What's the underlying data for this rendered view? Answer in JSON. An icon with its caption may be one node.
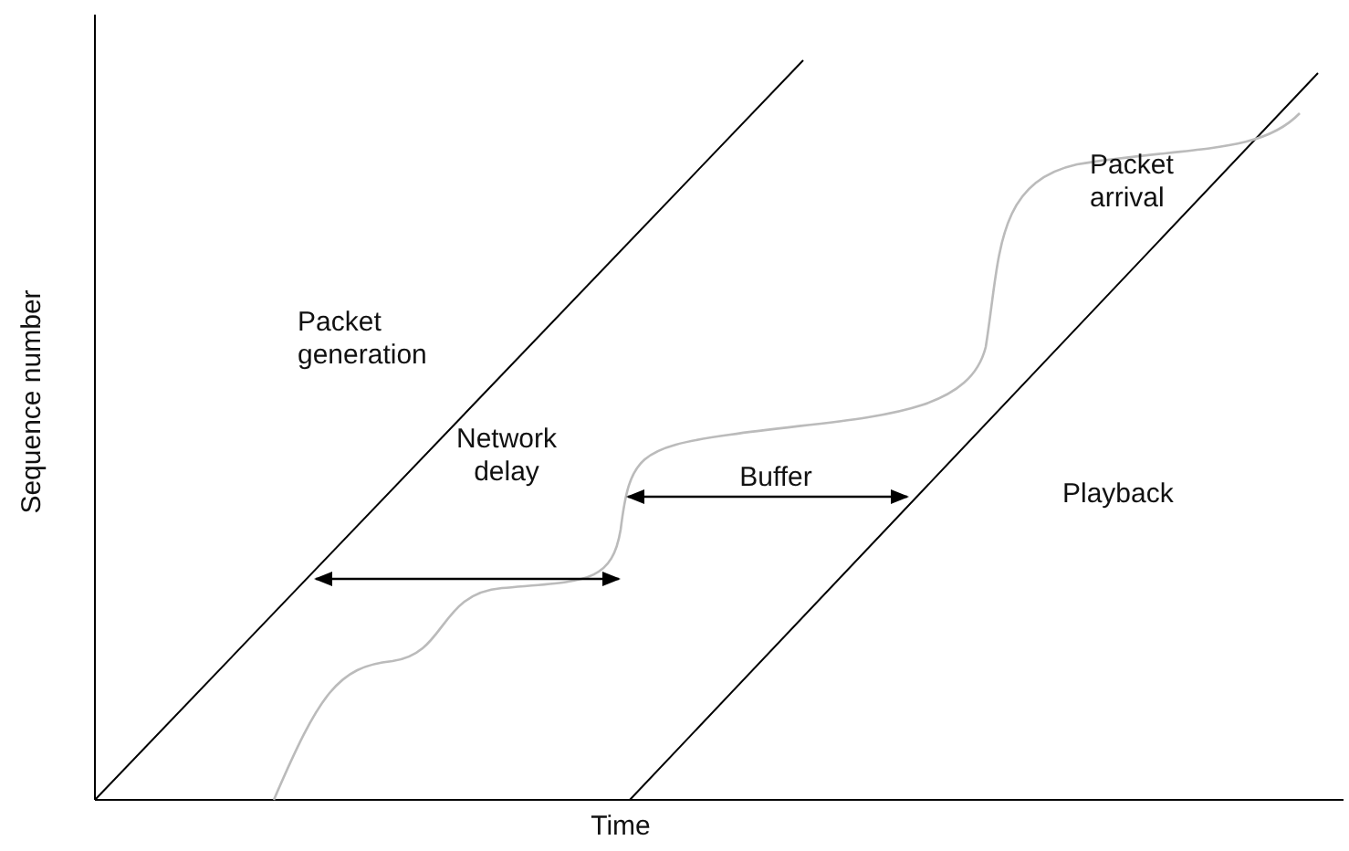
{
  "diagram": {
    "labels": [
      "Packet arrival",
      "Packet generation",
      "Playback",
      "Network delay",
      "Buffer",
      "Sequence number",
      "Time"
    ]
  }
}
